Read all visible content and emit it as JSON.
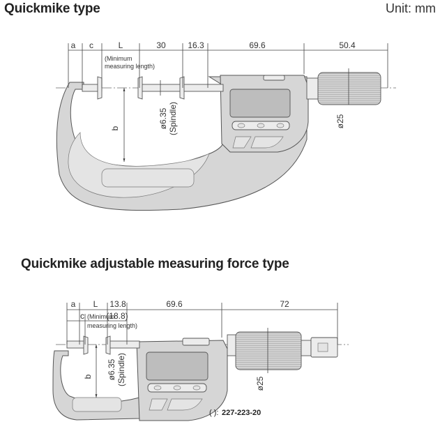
{
  "section1": {
    "title": "Quickmike type",
    "unit": "Unit: mm",
    "dims": {
      "a": "a",
      "c": "c",
      "L": "L",
      "d30": "30",
      "d16_3": "16.3",
      "d69_6": "69.6",
      "d50_4": "50.4",
      "b": "b",
      "spindle_dia": "ø6.35",
      "spindle_label": "(Spindle)",
      "thimble_dia": "ø25",
      "min_len_1": "(Minimum",
      "min_len_2": "measuring length)"
    }
  },
  "section2": {
    "title": "Quickmike adjustable measuring force type",
    "dims": {
      "a": "a",
      "c": "c",
      "L": "L",
      "d13_8": "13.8",
      "d69_6": "69.6",
      "d72": "72",
      "d18_8": "(18.8)",
      "b": "b",
      "spindle_dia": "ø6.35",
      "spindle_label": "(Spindle)",
      "thimble_dia": "ø25",
      "min_len_1": "(Minimum",
      "min_len_2": "measuring length)"
    },
    "note_paren": "( ):",
    "note_model": "227-223-20"
  },
  "colors": {
    "frame": "#d6d6d6",
    "lcd": "#bdbdbd",
    "lines": "#444444"
  }
}
